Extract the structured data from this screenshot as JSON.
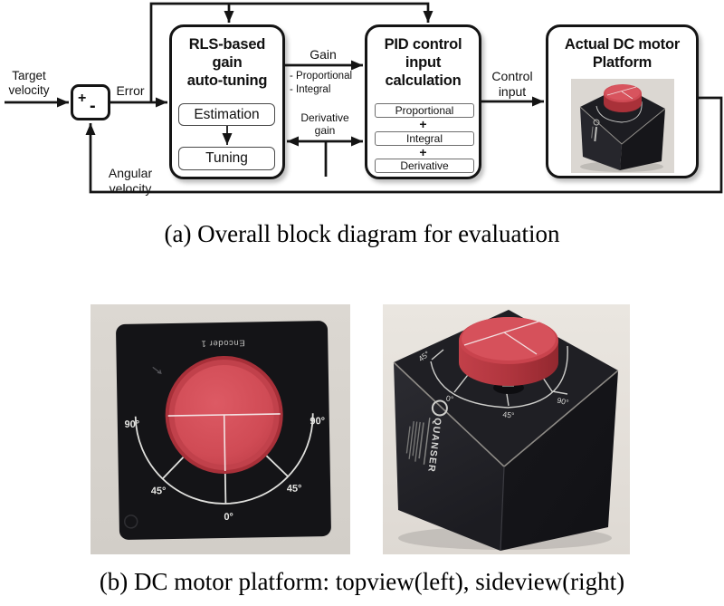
{
  "figure": {
    "caption_a": "(a) Overall block diagram for evaluation",
    "caption_b": "(b) DC motor platform: topview(left), sideview(right)"
  },
  "diagram": {
    "labels": {
      "target_velocity_1": "Target",
      "target_velocity_2": "velocity",
      "error": "Error",
      "angular_velocity_1": "Angular",
      "angular_velocity_2": "velocity",
      "gain": "Gain",
      "gain_item_1": "- Proportional",
      "gain_item_2": "- Integral",
      "derivative_gain_1": "Derivative",
      "derivative_gain_2": "gain",
      "control_input_1": "Control",
      "control_input_2": "input",
      "sum_plus": "+",
      "sum_minus": "-"
    },
    "blocks": {
      "rls": {
        "title_1": "RLS-based",
        "title_2": "gain",
        "title_3": "auto-tuning",
        "sub_1": "Estimation",
        "sub_2": "Tuning"
      },
      "pid": {
        "title_1": "PID control",
        "title_2": "input",
        "title_3": "calculation",
        "sub_1": "Proportional",
        "plus_1": "+",
        "sub_2": "Integral",
        "plus_2": "+",
        "sub_3": "Derivative"
      },
      "motor": {
        "title_1": "Actual DC motor",
        "title_2": "Platform"
      }
    }
  },
  "photos": {
    "top_view": {
      "encoder_label": "Encoder 1",
      "dial": {
        "left_90": "90°",
        "right_90": "90°",
        "left_45": "45°",
        "right_45": "45°",
        "zero": "0°"
      }
    },
    "side_view": {
      "brand": "QUANSER",
      "dial": {
        "upper_45": "45°",
        "zero": "0°",
        "lower_45": "45°",
        "right_90": "90°"
      }
    }
  },
  "colors": {
    "wire": "#141414",
    "knob_red": "#d04b55",
    "knob_red_dark": "#a63039",
    "cube_black": "#1d1d22",
    "plate_black": "#141417",
    "marking_white": "#e6e6e3",
    "photo_bg_left": "#d6d2cc",
    "photo_bg_right": "#e6e2dc"
  }
}
